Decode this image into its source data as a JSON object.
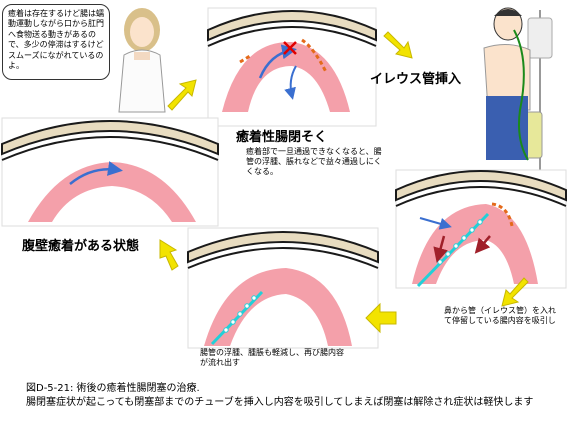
{
  "speech_bubble": "癒着は存在するけど腸は蠕動運動しながら口から肛門へ食物送る動きがあるので、多少の停滞はするけどスムーズにながれているのよ。",
  "labels": {
    "ileus_tube": "イレウス管挿入",
    "adhesive_obstruction": "癒着性腸閉そく",
    "adhesive_obstruction_desc": "癒着部で一旦通過できなくなると、腸管の浮腫、脹れなどで益々通過しにくくなる。",
    "abdominal_adhesion": "腹壁癒着がある状態",
    "suction_desc": "鼻から管（イレウス管）を入れて停留している腸内容を吸引し",
    "edema_reduced_desc": "腸管の浮腫、腫脹も軽減し、再び腸内容が流れ出す"
  },
  "caption": {
    "figure": "図D-5-21: 術後の癒着性腸閉塞の治療.",
    "body": "腸閉塞症状が起こっても閉塞部までのチューブを挿入し内容を吸引してしまえば閉塞は解除され症状は軽快します"
  },
  "colors": {
    "wall_band": "#e8dcc0",
    "wall_line": "#1a1a1a",
    "intestine": "#f4a0aa",
    "intestine_dark": "#e87d8a",
    "arrow_blue": "#3a6fd0",
    "arrow_yellow": "#f2e300",
    "adhesion": "#e46a1a",
    "block_red": "#e00000",
    "tube_cyan": "#22d0d8",
    "panel_border": "#dddddd"
  }
}
